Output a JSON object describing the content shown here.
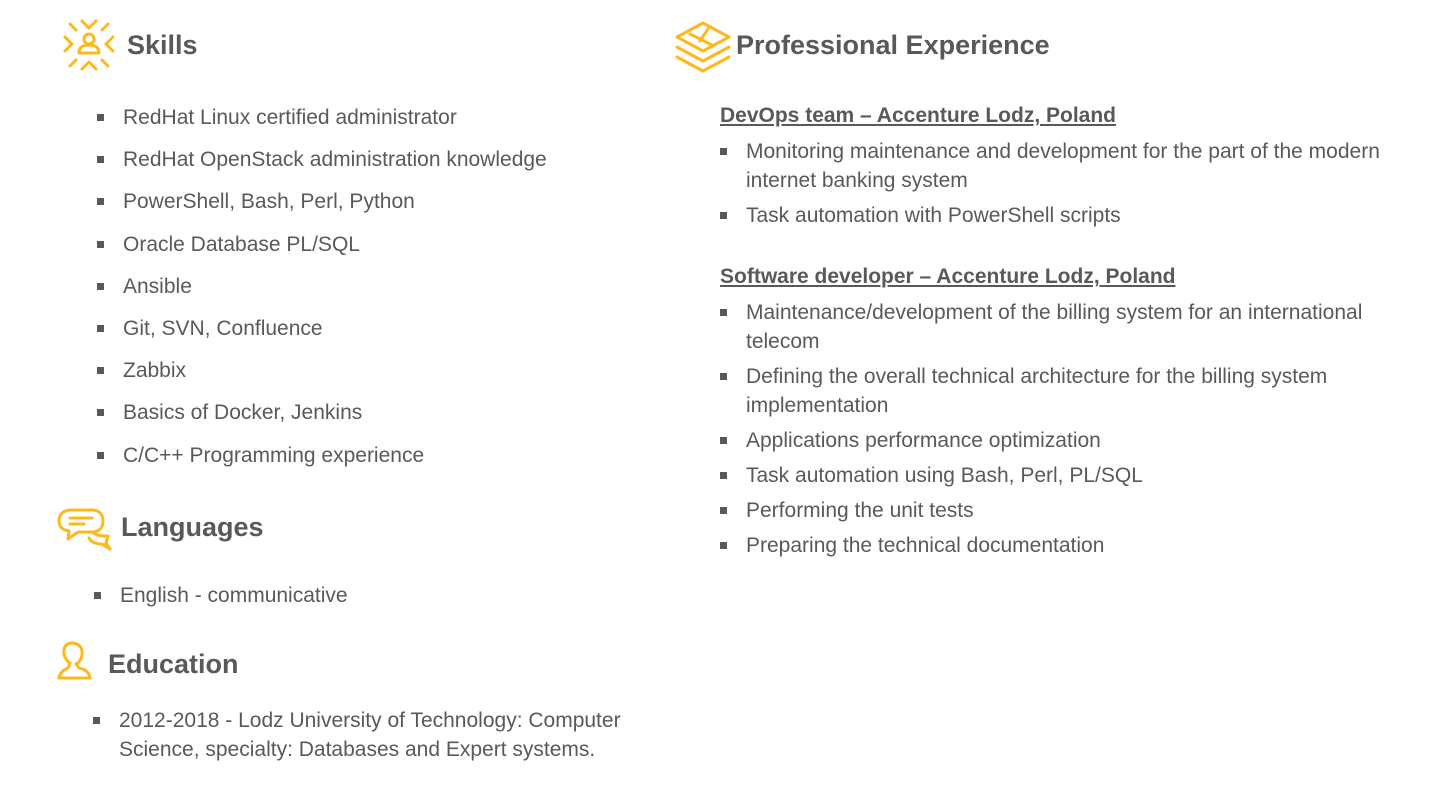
{
  "colors": {
    "accent": "#FFB81C",
    "text": "#595959"
  },
  "skills": {
    "icon": "people-network-icon",
    "title": "Skills",
    "items": [
      "RedHat Linux certified administrator",
      "RedHat OpenStack administration knowledge",
      "PowerShell, Bash, Perl, Python",
      "Oracle Database PL/SQL",
      "Ansible",
      "Git, SVN, Confluence",
      "Zabbix",
      "Basics of Docker, Jenkins",
      "C/C++ Programming experience"
    ]
  },
  "languages": {
    "icon": "speech-bubbles-icon",
    "title": "Languages",
    "items": [
      "English - communicative"
    ]
  },
  "education": {
    "icon": "person-icon",
    "title": "Education",
    "items": [
      "2012-2018 - Lodz University of Technology: Computer Science, specialty: Databases and Expert systems."
    ]
  },
  "experience": {
    "icon": "stacked-layers-icon",
    "title": "Professional Experience",
    "jobs": [
      {
        "title": "DevOps team – Accenture Lodz, Poland",
        "items": [
          "Monitoring maintenance and development for the part of the modern internet banking system",
          "Task automation with PowerShell scripts"
        ]
      },
      {
        "title": "Software developer – Accenture Lodz, Poland",
        "items": [
          "Maintenance/development of the billing system for an international telecom",
          "Defining the overall technical architecture for the billing system implementation",
          "Applications performance optimization",
          "Task automation using Bash, Perl, PL/SQL",
          "Performing the unit tests",
          "Preparing the technical documentation"
        ]
      }
    ]
  }
}
